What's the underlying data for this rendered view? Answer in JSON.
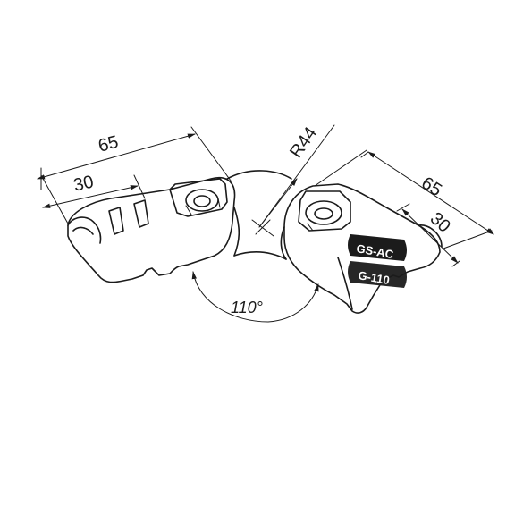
{
  "dimensions": {
    "left_total": "65",
    "left_partial": "30",
    "radius": "R44",
    "right_total": "65",
    "right_partial": "30",
    "angle": "110°"
  },
  "marking": {
    "brand": "GS-AC",
    "model": "G-110"
  }
}
